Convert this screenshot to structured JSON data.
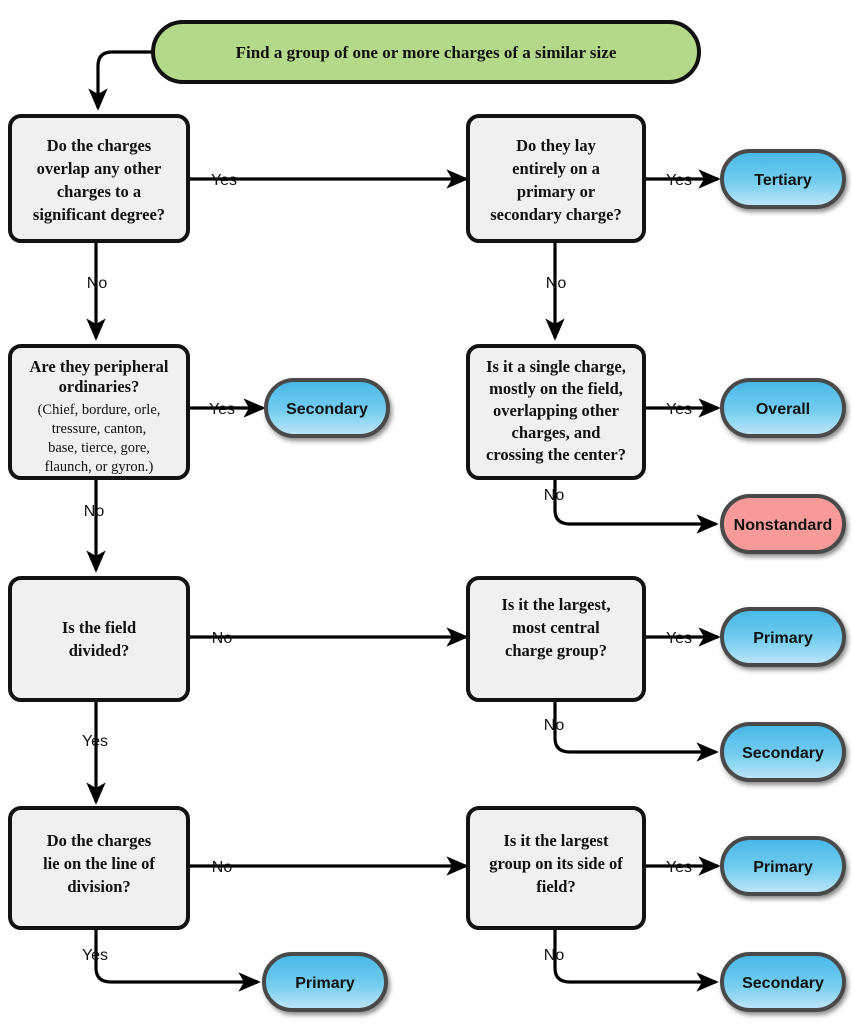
{
  "chart_data": {
    "type": "diagram",
    "title": "Charge classification flowchart",
    "colors": {
      "start_fill": "#b5d98a",
      "decision_fill": "#f0f0f0",
      "terminal_blue_top": "#46b7e8",
      "terminal_blue_bottom": "#c2e7f8",
      "terminal_pink": "#f89a9a",
      "stroke": "#111111",
      "terminal_stroke": "#4a4a4a"
    },
    "nodes": [
      {
        "id": "start",
        "kind": "start",
        "label": "Find a group of one or more charges of a similar size"
      },
      {
        "id": "d1",
        "kind": "decision",
        "label": "Do the charges overlap any other charges to a significant degree?"
      },
      {
        "id": "d2",
        "kind": "decision",
        "label": "Do they lay entirely on a primary or secondary charge?"
      },
      {
        "id": "d3",
        "kind": "decision",
        "label": "Are they peripheral ordinaries?",
        "sub": "(Chief, bordure, orle, tressure, canton, base, tierce, gore, flaunch, or gyron.)"
      },
      {
        "id": "d4",
        "kind": "decision",
        "label": "Is it a single charge, mostly on the field, overlapping other charges, and crossing the center?"
      },
      {
        "id": "d5",
        "kind": "decision",
        "label": "Is the field divided?"
      },
      {
        "id": "d6",
        "kind": "decision",
        "label": "Is it the largest, most central charge group?"
      },
      {
        "id": "d7",
        "kind": "decision",
        "label": "Do the charges lie on the line of division?"
      },
      {
        "id": "d8",
        "kind": "decision",
        "label": "Is it the largest group on its side of field?"
      },
      {
        "id": "t1",
        "kind": "terminal",
        "label": "Tertiary",
        "color": "blue"
      },
      {
        "id": "t2",
        "kind": "terminal",
        "label": "Secondary",
        "color": "blue"
      },
      {
        "id": "t3",
        "kind": "terminal",
        "label": "Overall",
        "color": "blue"
      },
      {
        "id": "t4",
        "kind": "terminal",
        "label": "Nonstandard",
        "color": "pink"
      },
      {
        "id": "t5",
        "kind": "terminal",
        "label": "Primary",
        "color": "blue"
      },
      {
        "id": "t6",
        "kind": "terminal",
        "label": "Secondary",
        "color": "blue"
      },
      {
        "id": "t7",
        "kind": "terminal",
        "label": "Primary",
        "color": "blue"
      },
      {
        "id": "t8",
        "kind": "terminal",
        "label": "Primary",
        "color": "blue"
      },
      {
        "id": "t9",
        "kind": "terminal",
        "label": "Secondary",
        "color": "blue"
      }
    ],
    "edges": [
      {
        "from": "start",
        "to": "d1",
        "label": ""
      },
      {
        "from": "d1",
        "to": "d2",
        "label": "Yes"
      },
      {
        "from": "d1",
        "to": "d3",
        "label": "No"
      },
      {
        "from": "d2",
        "to": "t1",
        "label": "Yes"
      },
      {
        "from": "d2",
        "to": "d4",
        "label": "No"
      },
      {
        "from": "d3",
        "to": "t2",
        "label": "Yes"
      },
      {
        "from": "d3",
        "to": "d5",
        "label": "No"
      },
      {
        "from": "d4",
        "to": "t3",
        "label": "Yes"
      },
      {
        "from": "d4",
        "to": "t4",
        "label": "No"
      },
      {
        "from": "d5",
        "to": "d6",
        "label": "No"
      },
      {
        "from": "d5",
        "to": "d7",
        "label": "Yes"
      },
      {
        "from": "d6",
        "to": "t5",
        "label": "Yes"
      },
      {
        "from": "d6",
        "to": "t6",
        "label": "No"
      },
      {
        "from": "d7",
        "to": "d8",
        "label": "No"
      },
      {
        "from": "d7",
        "to": "t8",
        "label": "Yes"
      },
      {
        "from": "d8",
        "to": "t7",
        "label": "Yes"
      },
      {
        "from": "d8",
        "to": "t9",
        "label": "No"
      }
    ]
  },
  "start": {
    "label": "Find a group of one or more charges of a similar size"
  },
  "decisions": {
    "d1": {
      "lines": [
        "Do the charges",
        "overlap any other",
        "charges to a",
        "significant degree?"
      ]
    },
    "d2": {
      "lines": [
        "Do they lay",
        "entirely on a",
        "primary or",
        "secondary charge?"
      ]
    },
    "d3": {
      "lines": [
        "Are they peripheral",
        "ordinaries?"
      ],
      "sublines": [
        "(Chief, bordure, orle,",
        "tressure, canton,",
        "base, tierce, gore,",
        "flaunch, or gyron.)"
      ]
    },
    "d4": {
      "lines": [
        "Is it a single charge,",
        "mostly on the field,",
        "overlapping other",
        "charges, and",
        "crossing the center?"
      ]
    },
    "d5": {
      "lines": [
        "Is the field",
        "divided?"
      ]
    },
    "d6": {
      "lines": [
        "Is it the largest,",
        "most central",
        "charge group?"
      ]
    },
    "d7": {
      "lines": [
        "Do the charges",
        "lie on the line of",
        "division?"
      ]
    },
    "d8": {
      "lines": [
        "Is it the largest",
        "group on its side of",
        "field?"
      ]
    }
  },
  "terminals": {
    "t1": "Tertiary",
    "t2": "Secondary",
    "t3": "Overall",
    "t4": "Nonstandard",
    "t5": "Primary",
    "t6": "Secondary",
    "t7": "Primary",
    "t8": "Primary",
    "t9": "Secondary"
  },
  "edge_labels": {
    "d1_yes": "Yes",
    "d1_no": "No",
    "d2_yes": "Yes",
    "d2_no": "No",
    "d3_yes": "Yes",
    "d3_no": "No",
    "d4_yes": "Yes",
    "d4_no": "No",
    "d5_no": "No",
    "d5_yes": "Yes",
    "d6_yes": "Yes",
    "d6_no": "No",
    "d7_no": "No",
    "d7_yes": "Yes",
    "d8_yes": "Yes",
    "d8_no": "No"
  }
}
